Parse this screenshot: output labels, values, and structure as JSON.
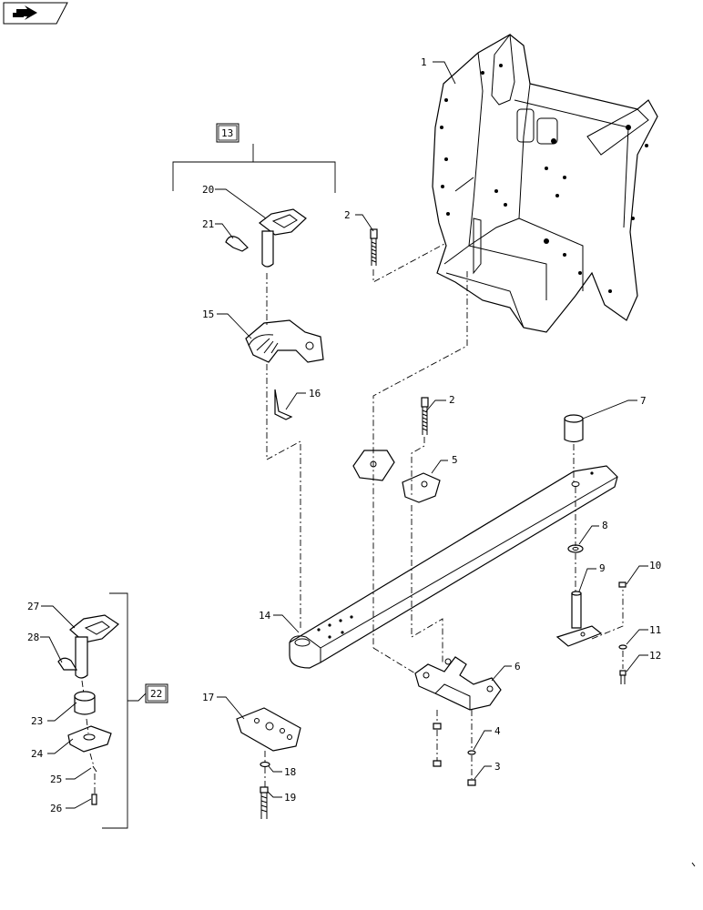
{
  "diagram": {
    "callouts": [
      {
        "id": "c1",
        "text": "1"
      },
      {
        "id": "c2a",
        "text": "2"
      },
      {
        "id": "c2b",
        "text": "2"
      },
      {
        "id": "c3",
        "text": "3"
      },
      {
        "id": "c4",
        "text": "4"
      },
      {
        "id": "c5",
        "text": "5"
      },
      {
        "id": "c6",
        "text": "6"
      },
      {
        "id": "c7",
        "text": "7"
      },
      {
        "id": "c8",
        "text": "8"
      },
      {
        "id": "c9",
        "text": "9"
      },
      {
        "id": "c10",
        "text": "10"
      },
      {
        "id": "c11",
        "text": "11"
      },
      {
        "id": "c12",
        "text": "12"
      },
      {
        "id": "c14",
        "text": "14"
      },
      {
        "id": "c15",
        "text": "15"
      },
      {
        "id": "c16",
        "text": "16"
      },
      {
        "id": "c17",
        "text": "17"
      },
      {
        "id": "c18",
        "text": "18"
      },
      {
        "id": "c19",
        "text": "19"
      },
      {
        "id": "c20",
        "text": "20"
      },
      {
        "id": "c21",
        "text": "21"
      },
      {
        "id": "c23",
        "text": "23"
      },
      {
        "id": "c24",
        "text": "24"
      },
      {
        "id": "c25",
        "text": "25"
      },
      {
        "id": "c26",
        "text": "26"
      },
      {
        "id": "c27",
        "text": "27"
      },
      {
        "id": "c28",
        "text": "28"
      }
    ],
    "kits": [
      {
        "id": "k13",
        "text": "13"
      },
      {
        "id": "k22",
        "text": "22"
      }
    ],
    "nav_icon": "next-page-arrow-icon"
  }
}
